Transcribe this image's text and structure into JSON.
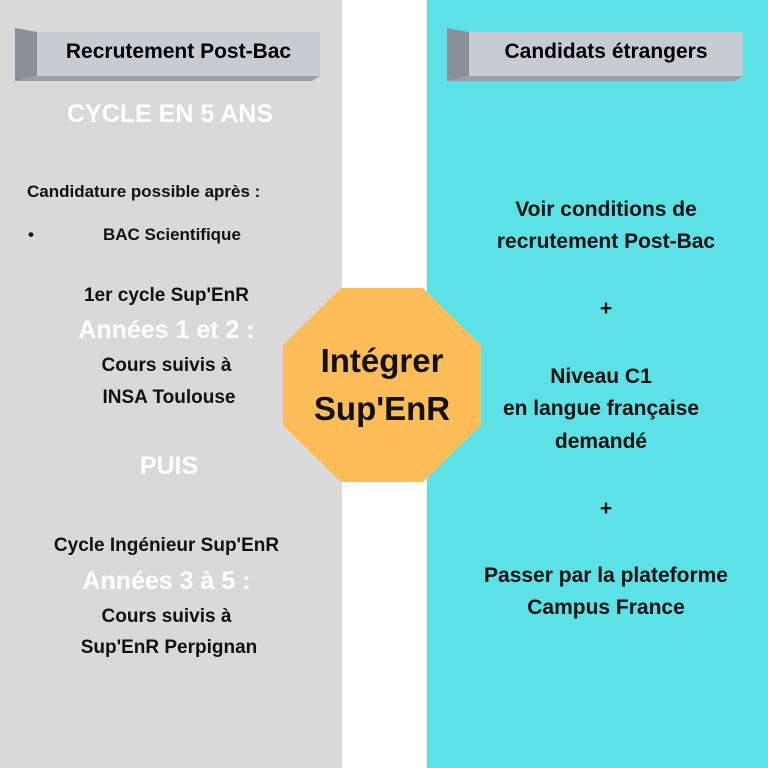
{
  "left": {
    "header": "Recrutement Post-Bac",
    "cycle_title": "CYCLE EN 5 ANS",
    "candidature": "Candidature possible après :",
    "bullet": "•",
    "bac": "BAC Scientifique",
    "first_cycle": "1er cycle Sup'EnR",
    "years_1_2": "Années 1 et 2 :",
    "courses_1": "Cours suivis à",
    "school_1": "INSA Toulouse",
    "puis": "PUIS",
    "engineer_cycle": "Cycle Ingénieur Sup'EnR",
    "years_3_5": "Années 3 à 5 :",
    "courses_2": "Cours suivis à",
    "school_2": "Sup'EnR Perpignan"
  },
  "center": {
    "line1": "Intégrer",
    "line2": "Sup'EnR"
  },
  "right": {
    "header": "Candidats étrangers",
    "conditions_1": "Voir conditions de",
    "conditions_2": "recrutement Post-Bac",
    "plus_1": "+",
    "level_1": "Niveau C1",
    "level_2": "en langue française",
    "level_3": "demandé",
    "plus_2": "+",
    "campus_1": "Passer par la plateforme",
    "campus_2": "Campus France"
  },
  "colors": {
    "left_bg": "#d9d9d9",
    "right_bg": "#5ce1e6",
    "octagon": "#ffbd59",
    "header_face": "#c7ccd2",
    "header_side": "#8a9097"
  }
}
